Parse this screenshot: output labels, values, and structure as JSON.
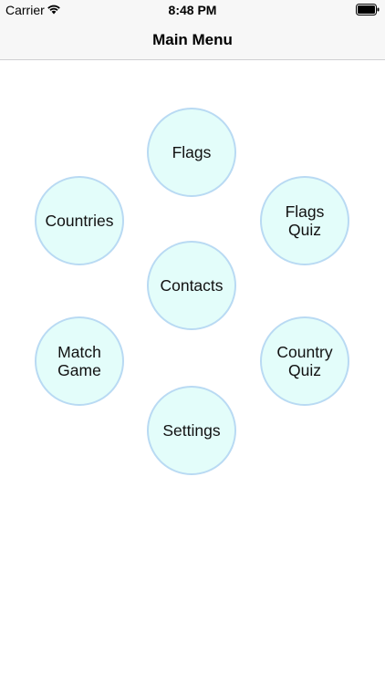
{
  "status_bar": {
    "carrier": "Carrier",
    "time": "8:48 PM",
    "wifi_icon": "wifi-icon",
    "battery_icon": "battery-icon"
  },
  "nav": {
    "title": "Main Menu"
  },
  "menu": {
    "flags": "Flags",
    "countries": "Countries",
    "flags_quiz": "Flags\nQuiz",
    "contacts": "Contacts",
    "match_game": "Match\nGame",
    "country_quiz": "Country\nQuiz",
    "settings": "Settings"
  },
  "colors": {
    "circle_fill": "#e3fdfa",
    "circle_border": "#b9daf3",
    "bar_background": "#f7f7f7"
  }
}
